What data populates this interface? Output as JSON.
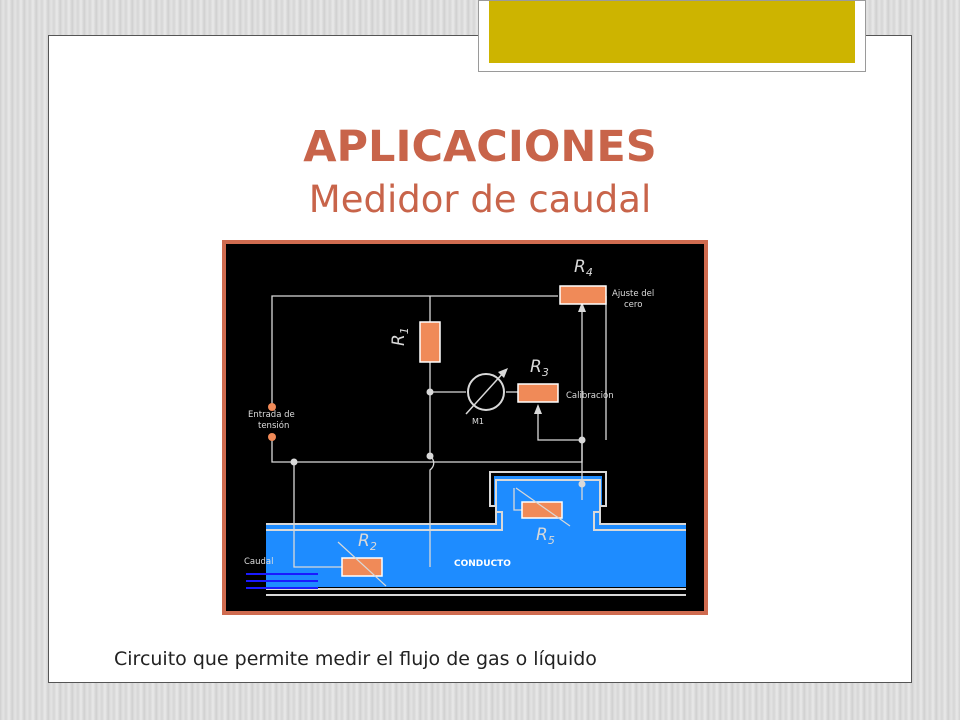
{
  "colors": {
    "title": "#c8644a",
    "accent_tab": "#cdb400",
    "wire": "#d9d9d9",
    "resistor": "#f08a58",
    "pipe": "#1e8cff",
    "diagram_border": "#cf6b4f",
    "label": "#dddddd"
  },
  "slide": {
    "title": "APLICACIONES",
    "subtitle": "Medidor  de caudal",
    "caption": "Circuito que permite medir el flujo de gas o líquido"
  },
  "diagram": {
    "labels": {
      "r1": "R",
      "r1_sub": "1",
      "r2": "R",
      "r2_sub": "2",
      "r3": "R",
      "r3_sub": "3",
      "r4": "R",
      "r4_sub": "4",
      "r5": "R",
      "r5_sub": "5",
      "ajuste_line1": "Ajuste del",
      "ajuste_line2": "cero",
      "calibracion": "Calibración",
      "meter": "M1",
      "entrada_line1": "Entrada de",
      "entrada_line2": "tensión",
      "caudal": "Caudal",
      "conducto": "CONDUCTO"
    }
  }
}
